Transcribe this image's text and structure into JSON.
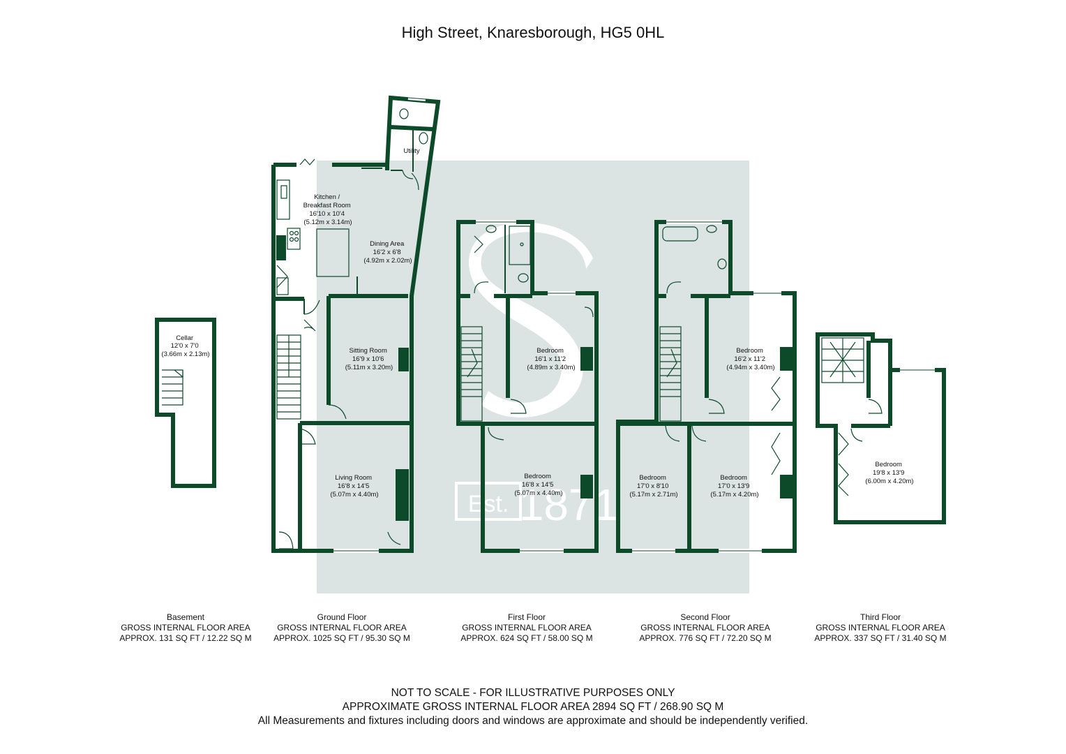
{
  "title": "High Street, Knaresborough, HG5 0HL",
  "watermark": {
    "text": "Est. 1871",
    "color": "#dbe3e3"
  },
  "colors": {
    "wall": "#0c4a2a"
  },
  "rooms": {
    "cellar": {
      "name": "Cellar",
      "imperial": "12'0 x 7'0",
      "metric": "(3.66m x 2.13m)"
    },
    "utility": {
      "name": "Utility"
    },
    "kitchen": {
      "name1": "Kitchen /",
      "name2": "Breakfast Room",
      "imperial": "16'10 x 10'4",
      "metric": "(5.12m x 3.14m)"
    },
    "dining": {
      "name": "Dining Area",
      "imperial": "16'2 x 6'8",
      "metric": "(4.92m x 2.02m)"
    },
    "sitting": {
      "name": "Sitting Room",
      "imperial": "16'9 x 10'6",
      "metric": "(5.11m x 3.20m)"
    },
    "living": {
      "name": "Living Room",
      "imperial": "16'8 x 14'5",
      "metric": "(5.07m x 4.40m)"
    },
    "ff_rear_bed": {
      "name": "Bedroom",
      "imperial": "16'1 x 11'2",
      "metric": "(4.89m x 3.40m)"
    },
    "ff_front_bed": {
      "name": "Bedroom",
      "imperial": "16'8 x 14'5",
      "metric": "(5.07m x 4.40m)"
    },
    "sf_rear_bed": {
      "name": "Bedroom",
      "imperial": "16'2 x 11'2",
      "metric": "(4.94m x 3.40m)"
    },
    "sf_small_bed": {
      "name": "Bedroom",
      "imperial": "17'0 x 8'10",
      "metric": "(5.17m x 2.71m)"
    },
    "sf_front_bed": {
      "name": "Bedroom",
      "imperial": "17'0 x 13'9",
      "metric": "(5.17m x 4.20m)"
    },
    "tf_bed": {
      "name": "Bedroom",
      "imperial": "19'8 x 13'9",
      "metric": "(6.00m x 4.20m)"
    }
  },
  "floors": [
    {
      "name": "Basement",
      "label": "GROSS INTERNAL FLOOR AREA",
      "area": "APPROX. 131 SQ FT / 12.22 SQ M"
    },
    {
      "name": "Ground Floor",
      "label": "GROSS INTERNAL FLOOR AREA",
      "area": "APPROX. 1025 SQ FT / 95.30 SQ M"
    },
    {
      "name": "First Floor",
      "label": "GROSS INTERNAL FLOOR AREA",
      "area": "APPROX. 624 SQ FT / 58.00 SQ M"
    },
    {
      "name": "Second Floor",
      "label": "GROSS INTERNAL FLOOR AREA",
      "area": "APPROX. 776 SQ FT / 72.20 SQ M"
    },
    {
      "name": "Third Floor",
      "label": "GROSS INTERNAL FLOOR AREA",
      "area": "APPROX. 337 SQ FT / 31.40 SQ M"
    }
  ],
  "footer": {
    "line1": "NOT TO SCALE - FOR ILLUSTRATIVE PURPOSES ONLY",
    "line2": "APPROXIMATE GROSS INTERNAL FLOOR AREA 2894 SQ FT / 268.90 SQ M",
    "line3": "All Measurements and fixtures including doors and windows are approximate and should be independently verified."
  }
}
